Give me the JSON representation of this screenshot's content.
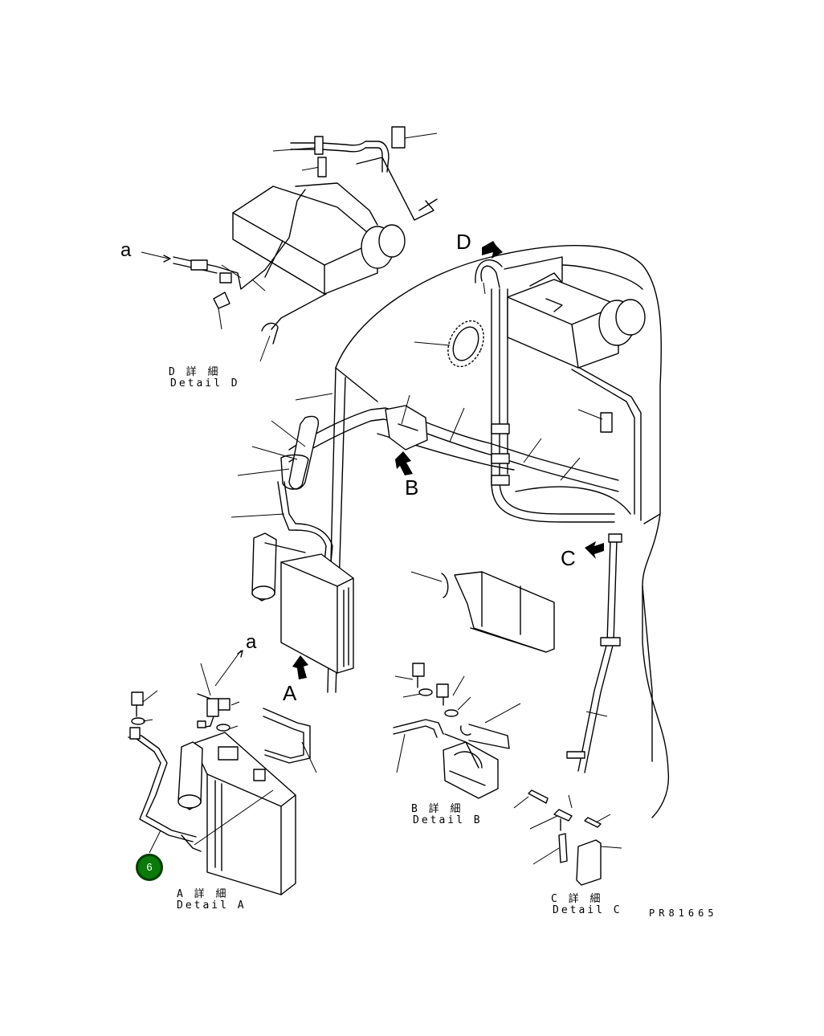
{
  "views": {
    "a": "A",
    "b": "B",
    "c": "C",
    "d": "D"
  },
  "pipe_refs": {
    "a_top": "a",
    "a_bottom": "a"
  },
  "details": {
    "a": {
      "jp": "A 詳 細",
      "en": "Detail A"
    },
    "b": {
      "jp": "B 詳 細",
      "en": "Detail B"
    },
    "c": {
      "jp": "C 詳 細",
      "en": "Detail C"
    },
    "d": {
      "jp": "D 詳 細",
      "en": "Detail D"
    }
  },
  "drawing_number": "PR81665",
  "callout_marker": {
    "label": "6",
    "color": "#0a7a0a"
  },
  "line_color": "#000000",
  "background_color": "#ffffff"
}
